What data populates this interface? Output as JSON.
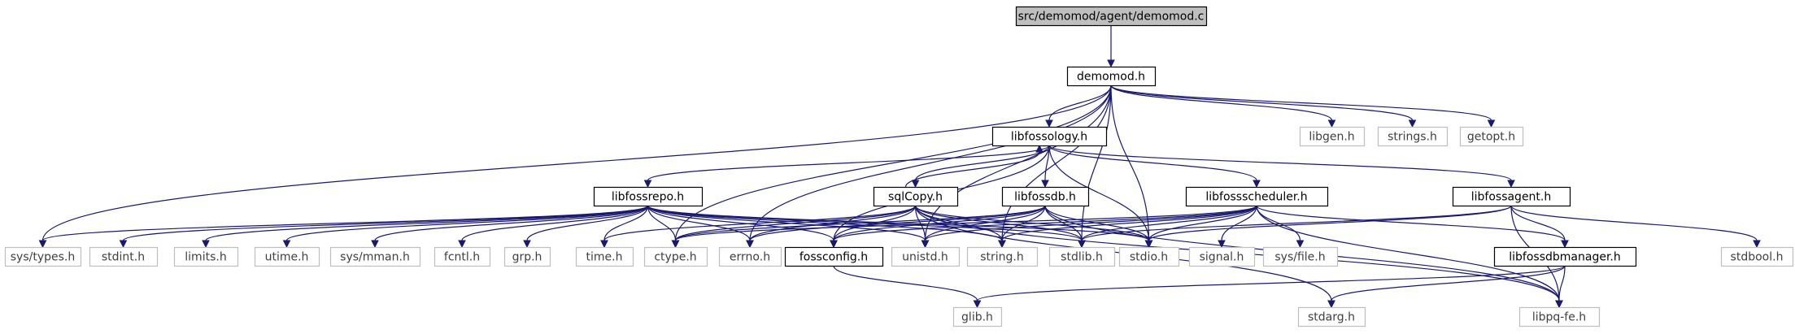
{
  "colors": {
    "edge": "#191970",
    "node_border_dark": "#000000",
    "node_border_light": "#bfbfbf",
    "root_fill": "#bfbfbf",
    "text_dark": "#000000",
    "text_light": "#404040"
  },
  "nodes": [
    {
      "id": "root",
      "label": "src/demomod/agent/demomod.c",
      "style": "root"
    },
    {
      "id": "demomod_h",
      "label": "demomod.h",
      "style": "documented"
    },
    {
      "id": "libfossology_h",
      "label": "libfossology.h",
      "style": "documented"
    },
    {
      "id": "libgen_h",
      "label": "libgen.h",
      "style": "external"
    },
    {
      "id": "strings_h",
      "label": "strings.h",
      "style": "external"
    },
    {
      "id": "getopt_h",
      "label": "getopt.h",
      "style": "external"
    },
    {
      "id": "libfossrepo_h",
      "label": "libfossrepo.h",
      "style": "documented"
    },
    {
      "id": "sqlCopy_h",
      "label": "sqlCopy.h",
      "style": "documented"
    },
    {
      "id": "libfossdb_h",
      "label": "libfossdb.h",
      "style": "documented"
    },
    {
      "id": "libfossscheduler_h",
      "label": "libfossscheduler.h",
      "style": "documented"
    },
    {
      "id": "libfossagent_h",
      "label": "libfossagent.h",
      "style": "documented"
    },
    {
      "id": "sys_types_h",
      "label": "sys/types.h",
      "style": "external"
    },
    {
      "id": "stdint_h",
      "label": "stdint.h",
      "style": "external"
    },
    {
      "id": "limits_h",
      "label": "limits.h",
      "style": "external"
    },
    {
      "id": "utime_h",
      "label": "utime.h",
      "style": "external"
    },
    {
      "id": "sys_mman_h",
      "label": "sys/mman.h",
      "style": "external"
    },
    {
      "id": "fcntl_h",
      "label": "fcntl.h",
      "style": "external"
    },
    {
      "id": "grp_h",
      "label": "grp.h",
      "style": "external"
    },
    {
      "id": "time_h",
      "label": "time.h",
      "style": "external"
    },
    {
      "id": "ctype_h",
      "label": "ctype.h",
      "style": "external"
    },
    {
      "id": "errno_h",
      "label": "errno.h",
      "style": "external"
    },
    {
      "id": "fossconfig_h",
      "label": "fossconfig.h",
      "style": "documented"
    },
    {
      "id": "unistd_h",
      "label": "unistd.h",
      "style": "external"
    },
    {
      "id": "string_h",
      "label": "string.h",
      "style": "external"
    },
    {
      "id": "stdlib_h",
      "label": "stdlib.h",
      "style": "external"
    },
    {
      "id": "stdio_h",
      "label": "stdio.h",
      "style": "external"
    },
    {
      "id": "signal_h",
      "label": "signal.h",
      "style": "external"
    },
    {
      "id": "sys_file_h",
      "label": "sys/file.h",
      "style": "external"
    },
    {
      "id": "libfossdbmanager_h",
      "label": "libfossdbmanager.h",
      "style": "documented"
    },
    {
      "id": "stdbool_h",
      "label": "stdbool.h",
      "style": "external"
    },
    {
      "id": "glib_h",
      "label": "glib.h",
      "style": "external"
    },
    {
      "id": "stdarg_h",
      "label": "stdarg.h",
      "style": "external"
    },
    {
      "id": "libpq_fe_h",
      "label": "libpq-fe.h",
      "style": "external"
    }
  ],
  "edges": [
    [
      "root",
      "demomod_h"
    ],
    [
      "demomod_h",
      "libfossology_h"
    ],
    [
      "demomod_h",
      "libgen_h"
    ],
    [
      "demomod_h",
      "strings_h"
    ],
    [
      "demomod_h",
      "getopt_h"
    ],
    [
      "demomod_h",
      "sys_types_h"
    ],
    [
      "demomod_h",
      "ctype_h"
    ],
    [
      "demomod_h",
      "errno_h"
    ],
    [
      "demomod_h",
      "unistd_h"
    ],
    [
      "demomod_h",
      "string_h"
    ],
    [
      "demomod_h",
      "stdlib_h"
    ],
    [
      "demomod_h",
      "stdio_h"
    ],
    [
      "libfossology_h",
      "libfossrepo_h"
    ],
    [
      "libfossology_h",
      "sqlCopy_h"
    ],
    [
      "libfossology_h",
      "libfossdb_h"
    ],
    [
      "libfossology_h",
      "libfossscheduler_h"
    ],
    [
      "libfossology_h",
      "libfossagent_h"
    ],
    [
      "libfossology_h",
      "fossconfig_h"
    ],
    [
      "libfossology_h",
      "stdio_h"
    ],
    [
      "sqlCopy_h",
      "libfossology_h"
    ],
    [
      "libfossrepo_h",
      "sys_types_h"
    ],
    [
      "libfossrepo_h",
      "stdint_h"
    ],
    [
      "libfossrepo_h",
      "limits_h"
    ],
    [
      "libfossrepo_h",
      "utime_h"
    ],
    [
      "libfossrepo_h",
      "sys_mman_h"
    ],
    [
      "libfossrepo_h",
      "fcntl_h"
    ],
    [
      "libfossrepo_h",
      "grp_h"
    ],
    [
      "libfossrepo_h",
      "time_h"
    ],
    [
      "libfossrepo_h",
      "ctype_h"
    ],
    [
      "libfossrepo_h",
      "errno_h"
    ],
    [
      "libfossrepo_h",
      "fossconfig_h"
    ],
    [
      "libfossrepo_h",
      "unistd_h"
    ],
    [
      "libfossrepo_h",
      "string_h"
    ],
    [
      "libfossrepo_h",
      "stdlib_h"
    ],
    [
      "libfossrepo_h",
      "stdio_h"
    ],
    [
      "sqlCopy_h",
      "time_h"
    ],
    [
      "sqlCopy_h",
      "ctype_h"
    ],
    [
      "sqlCopy_h",
      "errno_h"
    ],
    [
      "sqlCopy_h",
      "fossconfig_h"
    ],
    [
      "sqlCopy_h",
      "unistd_h"
    ],
    [
      "sqlCopy_h",
      "string_h"
    ],
    [
      "sqlCopy_h",
      "stdlib_h"
    ],
    [
      "sqlCopy_h",
      "stdio_h"
    ],
    [
      "sqlCopy_h",
      "stdarg_h"
    ],
    [
      "sqlCopy_h",
      "libpq_fe_h"
    ],
    [
      "libfossdb_h",
      "ctype_h"
    ],
    [
      "libfossdb_h",
      "errno_h"
    ],
    [
      "libfossdb_h",
      "fossconfig_h"
    ],
    [
      "libfossdb_h",
      "unistd_h"
    ],
    [
      "libfossdb_h",
      "string_h"
    ],
    [
      "libfossdb_h",
      "stdlib_h"
    ],
    [
      "libfossdb_h",
      "stdio_h"
    ],
    [
      "libfossdb_h",
      "libpq_fe_h"
    ],
    [
      "libfossscheduler_h",
      "ctype_h"
    ],
    [
      "libfossscheduler_h",
      "fossconfig_h"
    ],
    [
      "libfossscheduler_h",
      "unistd_h"
    ],
    [
      "libfossscheduler_h",
      "string_h"
    ],
    [
      "libfossscheduler_h",
      "stdlib_h"
    ],
    [
      "libfossscheduler_h",
      "stdio_h"
    ],
    [
      "libfossscheduler_h",
      "signal_h"
    ],
    [
      "libfossscheduler_h",
      "sys_file_h"
    ],
    [
      "libfossscheduler_h",
      "libfossdbmanager_h"
    ],
    [
      "libfossscheduler_h",
      "libpq_fe_h"
    ],
    [
      "libfossagent_h",
      "stdlib_h"
    ],
    [
      "libfossagent_h",
      "stdio_h"
    ],
    [
      "libfossagent_h",
      "libfossdbmanager_h"
    ],
    [
      "libfossagent_h",
      "stdbool_h"
    ],
    [
      "libfossagent_h",
      "libpq_fe_h"
    ],
    [
      "fossconfig_h",
      "glib_h"
    ],
    [
      "libfossdbmanager_h",
      "glib_h"
    ],
    [
      "libfossdbmanager_h",
      "stdarg_h"
    ],
    [
      "libfossdbmanager_h",
      "libpq_fe_h"
    ]
  ]
}
